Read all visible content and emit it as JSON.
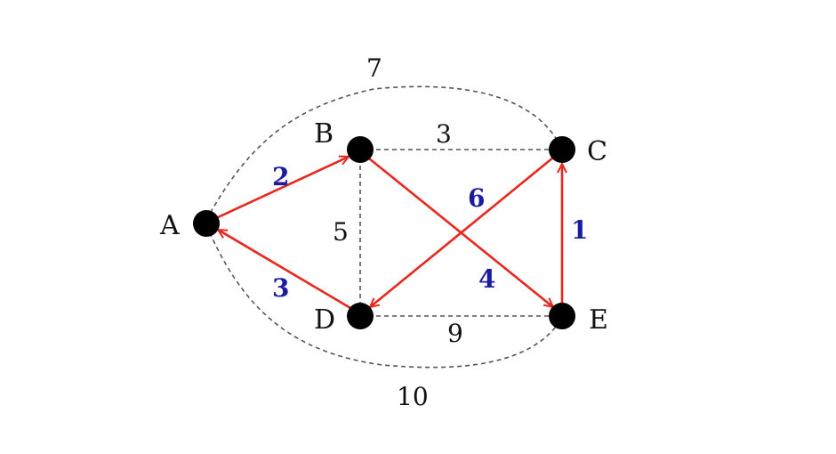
{
  "colors": {
    "node": "#000000",
    "tree_edge": "#e8281e",
    "tree_weight": "#1c1c9e",
    "dashed_edge": "#555555",
    "plain_weight": "#111111"
  },
  "nodes": {
    "A": "A",
    "B": "B",
    "C": "C",
    "D": "D",
    "E": "E"
  },
  "dashed_edges": [
    {
      "from": "A",
      "to": "C",
      "weight": "7"
    },
    {
      "from": "B",
      "to": "C",
      "weight": "3"
    },
    {
      "from": "B",
      "to": "D",
      "weight": "5"
    },
    {
      "from": "D",
      "to": "E",
      "weight": "9"
    },
    {
      "from": "A",
      "to": "E",
      "weight": "10"
    }
  ],
  "tree_edges": [
    {
      "from": "A",
      "to": "B",
      "weight": "2"
    },
    {
      "from": "D",
      "to": "A",
      "weight": "3"
    },
    {
      "from": "C",
      "to": "D",
      "weight": "6"
    },
    {
      "from": "B",
      "to": "E",
      "weight": "4"
    },
    {
      "from": "E",
      "to": "C",
      "weight": "1"
    }
  ]
}
